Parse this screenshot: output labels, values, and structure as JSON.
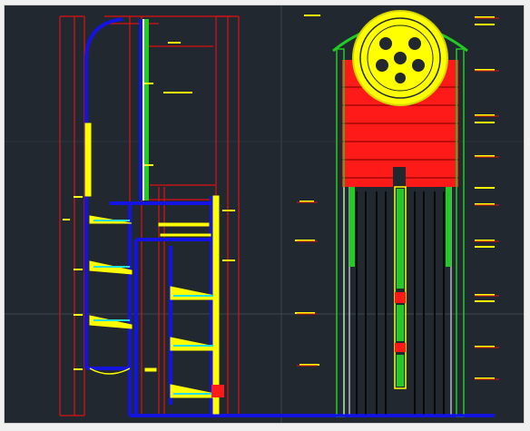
{
  "viewport": {
    "background": "#212830",
    "panel_background": "#f0f0f0"
  },
  "colors": {
    "dimension": "#e01010",
    "outline": "#1414e0",
    "section": "#ffff00",
    "reinforcement": "#22cc22",
    "grid": "#3a4450",
    "white": "#ffffff",
    "fill_red": "#ff1a1a",
    "bolt_ring": "#d6d600"
  },
  "drawings": [
    {
      "kind": "cad-elevation-left",
      "view": "stair-section"
    },
    {
      "kind": "cad-elevation-right",
      "view": "tower-elevation"
    }
  ]
}
